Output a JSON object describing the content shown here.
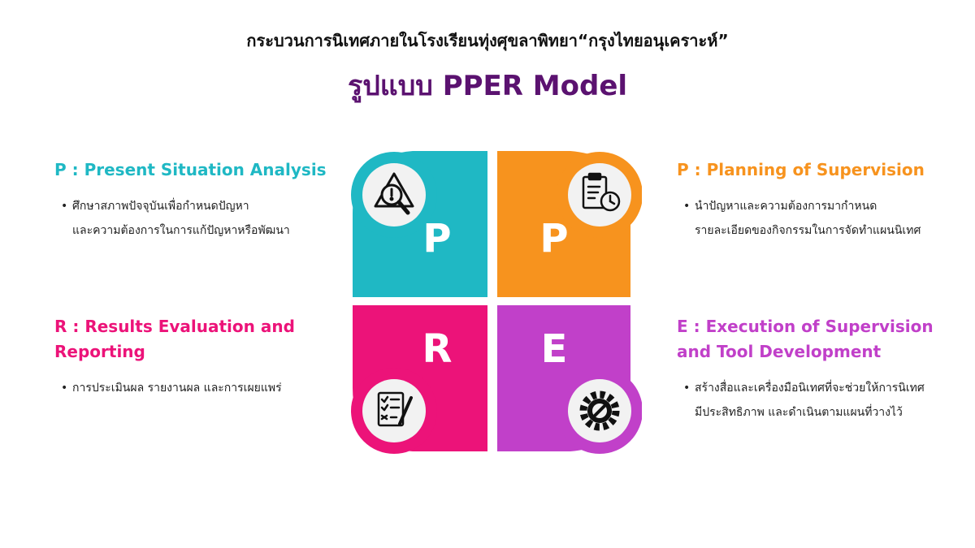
{
  "header": {
    "title": "กระบวนการนิเทศภายในโรงเรียนทุ่งศุขลาพิทยา“กรุงไทยอนุเคราะห์”",
    "subtitle": "รูปแบบ PPER Model"
  },
  "colors": {
    "teal": "#1fb8c4",
    "orange": "#f7931e",
    "magenta": "#ec1379",
    "purple": "#c140c9",
    "subtitle": "#5b1270",
    "icon_bg": "#f2f2f2"
  },
  "sections": {
    "p1": {
      "title": "P : Present Situation Analysis",
      "lines": [
        "ศึกษาสภาพปัจจุบันเพื่อกำหนดปัญหา",
        "และความต้องการในการแก้ปัญหาหรือพัฒนา"
      ]
    },
    "p2": {
      "title": "P : Planning of Supervision",
      "lines": [
        "นำปัญหาและความต้องการมากำหนด",
        "รายละเอียดของกิจกรรมในการจัดทำแผนนิเทศ"
      ]
    },
    "r": {
      "title": "R : Results Evaluation and Reporting",
      "lines": [
        "การประเมินผล  รายงานผล  และการเผยแพร่"
      ]
    },
    "e": {
      "title": "E : Execution of Supervision and Tool Development",
      "lines": [
        "สร้างสื่อและเครื่องมือนิเทศที่จะช่วยให้การนิเทศ",
        "มีประสิทธิภาพ และดำเนินตามแผนที่วางไว้"
      ]
    }
  },
  "quadrants": {
    "tl": {
      "letter": "P",
      "icon": "warning-search-icon"
    },
    "tr": {
      "letter": "P",
      "icon": "clipboard-clock-icon"
    },
    "bl": {
      "letter": "R",
      "icon": "checklist-pen-icon"
    },
    "br": {
      "letter": "E",
      "icon": "gear-wrench-icon"
    }
  }
}
